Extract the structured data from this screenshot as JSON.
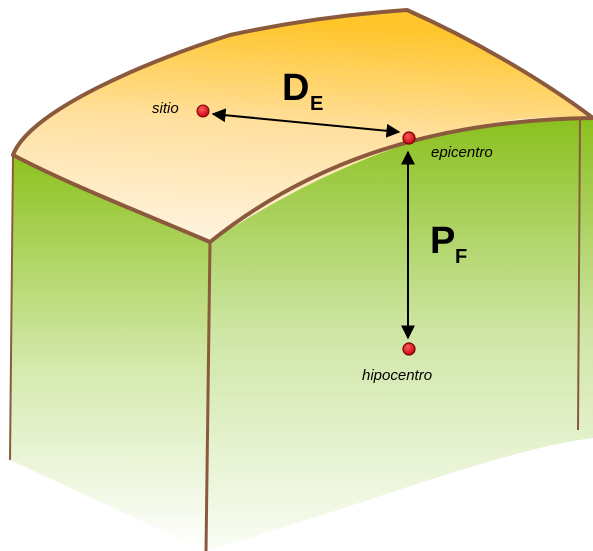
{
  "labels": {
    "site": "sitio",
    "epicenter": "epicentro",
    "hypocenter": "hipocentro",
    "epicentral_distance_main": "D",
    "epicentral_distance_sub": "E",
    "focal_depth_main": "P",
    "focal_depth_sub": "F"
  },
  "colors": {
    "top_surface_light": "#FFF4E0",
    "top_surface_dark": "#FFC830",
    "green_dark": "#8CC020",
    "green_light": "#F4FAEC",
    "edge_brown": "#8B5A3C",
    "point_red": "#D81018",
    "arrow_black": "#000000"
  }
}
